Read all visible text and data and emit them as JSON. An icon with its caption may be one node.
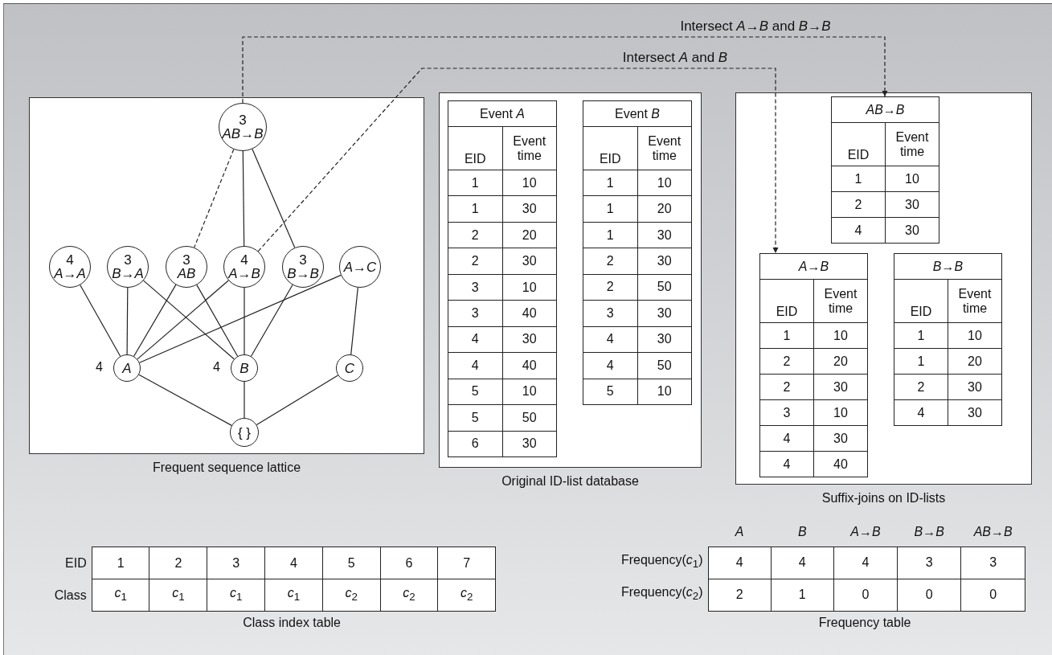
{
  "diagram": {
    "nodes": [
      {
        "text": [
          "Frequent sequence lattice"
        ]
      },
      {
        "text": [
          "3",
          "AB→B"
        ],
        "in": 0
      },
      {
        "text": [
          "4",
          "A→A"
        ],
        "in": 0
      },
      {
        "text": [
          "3",
          "B→A"
        ],
        "in": 0
      },
      {
        "text": [
          "3",
          "AB"
        ],
        "in": 0
      },
      {
        "text": [
          "4",
          "A→B"
        ],
        "in": 0
      },
      {
        "text": [
          "3",
          "B→B"
        ],
        "in": 0
      },
      {
        "text": [
          "A→C"
        ],
        "in": 0
      },
      {
        "text": [
          "A"
        ],
        "beside": [
          "4"
        ],
        "in": 0
      },
      {
        "text": [
          "B"
        ],
        "beside": [
          "4"
        ],
        "in": 0
      },
      {
        "text": [
          "C"
        ],
        "in": 0
      },
      {
        "text": [
          "{ }"
        ],
        "in": 0
      },
      {
        "text": [
          "Original ID-list database"
        ]
      },
      {
        "text": [
          "Event *A*",
          "EID",
          "Event time",
          "1",
          "10",
          "1",
          "30",
          "2",
          "20",
          "2",
          "30",
          "3",
          "10",
          "3",
          "40",
          "4",
          "30",
          "4",
          "40",
          "5",
          "10",
          "5",
          "50",
          "6",
          "30"
        ],
        "in": 12
      },
      {
        "text": [
          "Event *B*",
          "EID",
          "Event time",
          "1",
          "10",
          "1",
          "20",
          "1",
          "30",
          "2",
          "30",
          "2",
          "50",
          "3",
          "30",
          "4",
          "30",
          "4",
          "50",
          "5",
          "10"
        ],
        "in": 12
      },
      {
        "text": [
          "Suffix-joins on ID-lists"
        ]
      },
      {
        "text": [
          "AB→B",
          "EID",
          "Event time",
          "1",
          "10",
          "2",
          "30",
          "4",
          "30"
        ],
        "in": 15
      },
      {
        "text": [
          "A→B",
          "EID",
          "Event time",
          "1",
          "10",
          "2",
          "20",
          "2",
          "30",
          "3",
          "10",
          "4",
          "30",
          "4",
          "40"
        ],
        "in": 15
      },
      {
        "text": [
          "B→B",
          "EID",
          "Event time",
          "1",
          "10",
          "1",
          "20",
          "2",
          "30",
          "4",
          "30"
        ],
        "in": 15
      },
      {
        "text": [
          "Class index table",
          "EID",
          "1",
          "2",
          "3",
          "4",
          "5",
          "6",
          "7",
          "Class",
          "*c*$_{1}$",
          "*c*$_{1}$",
          "*c*$_{1}$",
          "*c*$_{1}$",
          "*c*$_{2}$",
          "*c*$_{2}$",
          "*c*$_{2}$"
        ]
      },
      {
        "text": [
          "Frequency table",
          "A",
          "B",
          "A→B",
          "B→B",
          "AB→B",
          "Frequency(*c*$_{1}$)",
          "4",
          "4",
          "4",
          "3",
          "3",
          "Frequency(*c*$_{2}$)",
          "2",
          "1",
          "0",
          "0",
          "0"
        ]
      }
    ],
    "edges": [
      {
        "from": 1,
        "to": 4,
        "arrow": "none",
        "style": "dashed"
      },
      {
        "from": 1,
        "to": 5,
        "arrow": "none"
      },
      {
        "from": 1,
        "to": 6,
        "arrow": "none"
      },
      {
        "from": 2,
        "to": 8,
        "arrow": "none"
      },
      {
        "from": 3,
        "to": 8,
        "arrow": "none"
      },
      {
        "from": 3,
        "to": 9,
        "arrow": "none"
      },
      {
        "from": 4,
        "to": 8,
        "arrow": "none"
      },
      {
        "from": 4,
        "to": 9,
        "arrow": "none"
      },
      {
        "from": 5,
        "to": 8,
        "arrow": "none"
      },
      {
        "from": 5,
        "to": 9,
        "arrow": "none"
      },
      {
        "from": 6,
        "to": 9,
        "arrow": "none"
      },
      {
        "from": 7,
        "to": 8,
        "arrow": "none"
      },
      {
        "from": 7,
        "to": 10,
        "arrow": "none"
      },
      {
        "from": 8,
        "to": 11,
        "arrow": "none"
      },
      {
        "from": 9,
        "to": 11,
        "arrow": "none"
      },
      {
        "from": 10,
        "to": 11,
        "arrow": "none"
      },
      {
        "from": 1,
        "to": 16,
        "arrow": "to",
        "style": "dashed",
        "label": "Intersect *A*→*B* and *B*→*B*"
      },
      {
        "from": 5,
        "to": 17,
        "arrow": "to",
        "style": "dashed",
        "label": "Intersect *A* and *B*"
      }
    ]
  }
}
